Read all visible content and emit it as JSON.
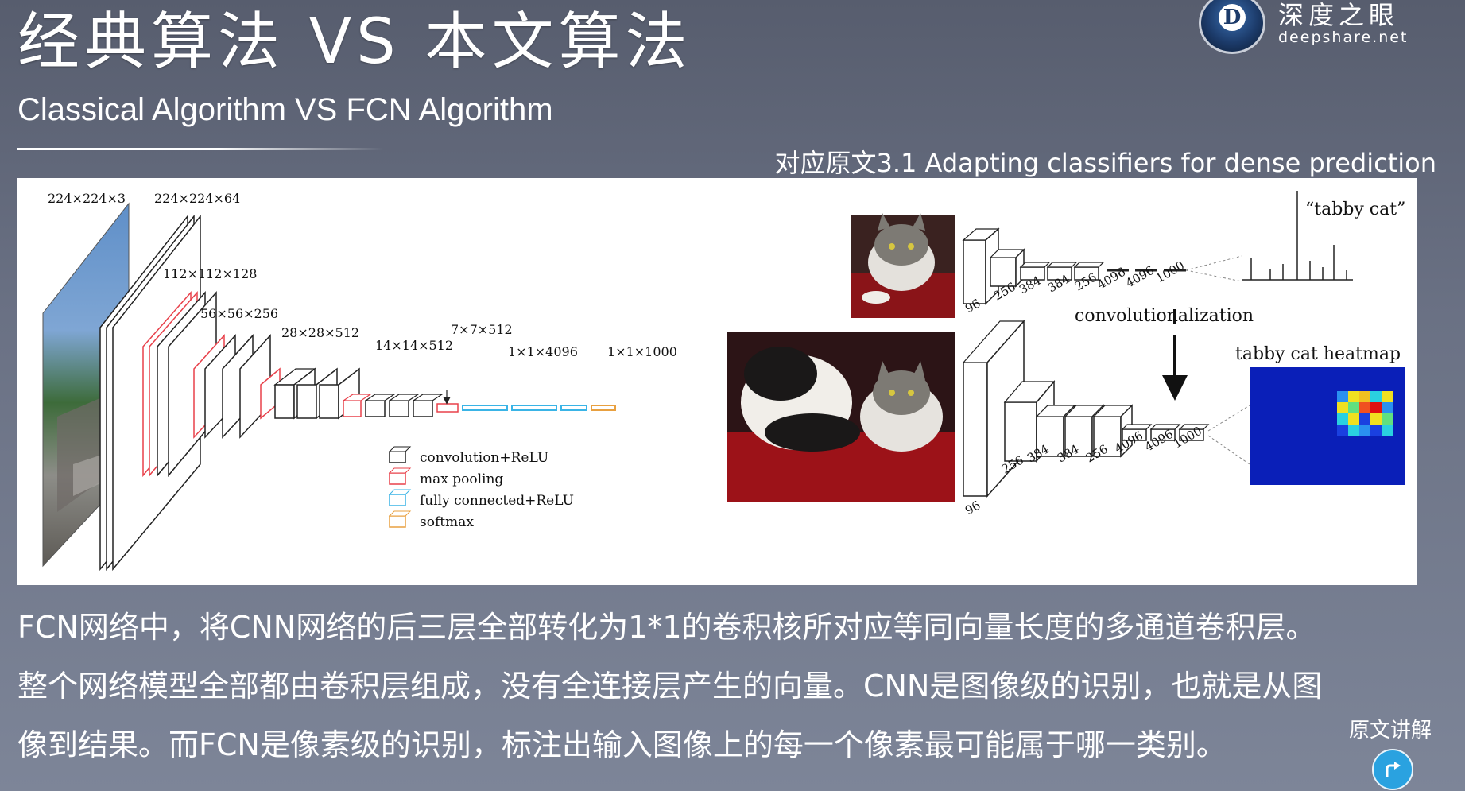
{
  "slide": {
    "title_cn": "经典算法 VS 本文算法",
    "title_en": "Classical Algorithm VS FCN Algorithm",
    "reference": "对应原文3.1 Adapting classifiers for dense prediction"
  },
  "logo": {
    "letter": "D",
    "name_cn": "深度之眼",
    "site": "deepshare.net"
  },
  "figure": {
    "vgg_labels": {
      "in": "224×224×3",
      "c1": "224×224×64",
      "c2": "112×112×128",
      "c3": "56×56×256",
      "c4": "28×28×512",
      "c5": "14×14×512",
      "p5": "7×7×512",
      "fc": "1×1×4096",
      "out": "1×1×1000"
    },
    "legend": {
      "conv": "convolution+ReLU",
      "pool": "max pooling",
      "fc": "fully connected+ReLU",
      "softmax": "softmax"
    },
    "top_net_labels": [
      "96",
      "256",
      "384",
      "384",
      "256",
      "4096",
      "4096",
      "1000"
    ],
    "bottom_net_labels": [
      "96",
      "256",
      "384",
      "384",
      "256",
      "4096",
      "4096",
      "1000"
    ],
    "tabby_cat_label": "“tabby cat”",
    "convolutionalization": "convolutionalization",
    "heatmap_label": "tabby cat heatmap",
    "colors": {
      "conv": "#222222",
      "pool": "#e8404a",
      "fc": "#3ab4e6",
      "softmax": "#e8a040"
    }
  },
  "body": {
    "line1": "FCN网络中，将CNN网络的后三层全部转化为1*1的卷积核所对应等同向量长度的多通道卷积层。",
    "line2": "整个网络模型全部都由卷积层组成，没有全连接层产生的向量。CNN是图像级的识别，也就是从图",
    "line3": "像到结果。而FCN是像素级的识别，标注出输入图像上的每一个像素最可能属于哪一类别。"
  },
  "controls": {
    "explain_label": "原文讲解",
    "share_icon": "share-arrow-icon"
  }
}
